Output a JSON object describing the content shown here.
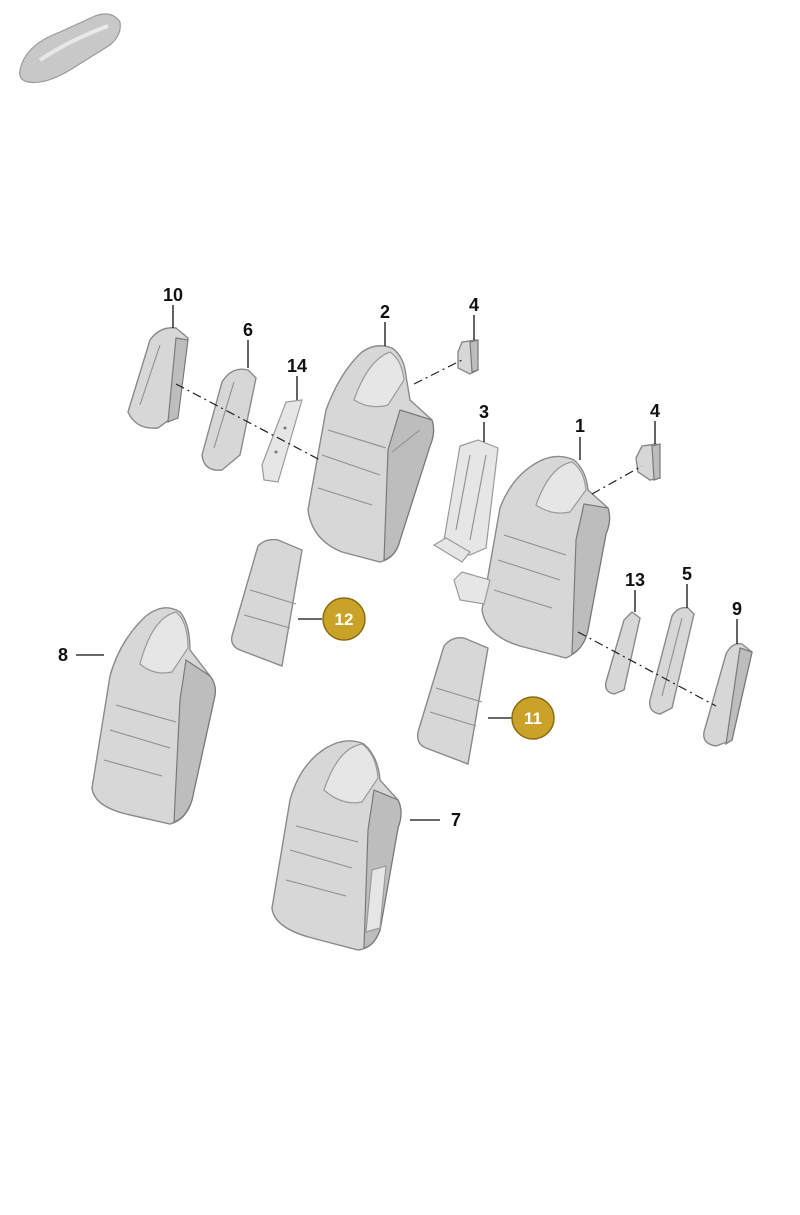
{
  "callouts": [
    {
      "id": "c1",
      "label": "1"
    },
    {
      "id": "c2",
      "label": "2"
    },
    {
      "id": "c3",
      "label": "3"
    },
    {
      "id": "c4a",
      "label": "4"
    },
    {
      "id": "c4b",
      "label": "4"
    },
    {
      "id": "c5",
      "label": "5"
    },
    {
      "id": "c6",
      "label": "6"
    },
    {
      "id": "c7",
      "label": "7"
    },
    {
      "id": "c8",
      "label": "8"
    },
    {
      "id": "c9",
      "label": "9"
    },
    {
      "id": "c10",
      "label": "10"
    },
    {
      "id": "c13",
      "label": "13"
    },
    {
      "id": "c14",
      "label": "14"
    }
  ],
  "badges": [
    {
      "id": "b11",
      "label": "11"
    },
    {
      "id": "b12",
      "label": "12"
    }
  ],
  "colors": {
    "badge_fill": "#c9a227",
    "badge_stroke": "#8a6d12",
    "part_fill": "#d7d7d7",
    "part_stroke": "#8a8a8a"
  }
}
